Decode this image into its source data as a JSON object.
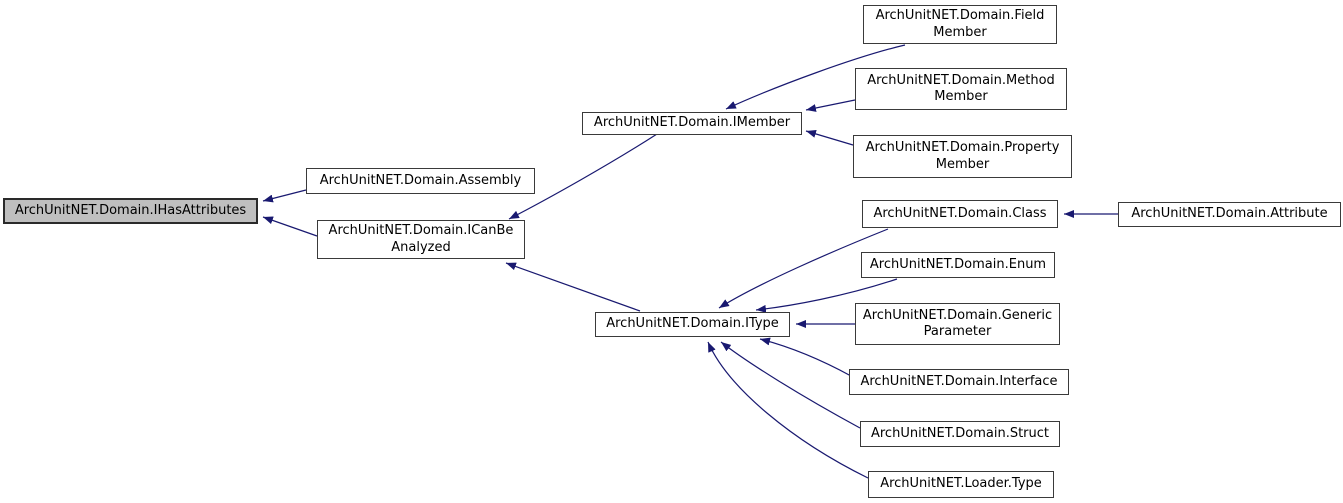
{
  "diagram": {
    "type": "inheritance-graph",
    "colors": {
      "background": "#ffffff",
      "edge": "#191970",
      "node_border": "#3a3a3a",
      "node_fill": "#ffffff",
      "node_text": "#000000",
      "highlight_fill": "#bfbfbf",
      "highlight_border": "#2a2a2a"
    },
    "nodes": {
      "ihasattributes": {
        "label": "ArchUnitNET.Domain.IHasAttributes",
        "highlighted": true
      },
      "assembly": {
        "label": "ArchUnitNET.Domain.Assembly"
      },
      "icanbeanalyzed": {
        "label": "ArchUnitNET.Domain.ICanBe\nAnalyzed"
      },
      "imember": {
        "label": "ArchUnitNET.Domain.IMember"
      },
      "fieldmember": {
        "label": "ArchUnitNET.Domain.Field\nMember"
      },
      "methodmember": {
        "label": "ArchUnitNET.Domain.Method\nMember"
      },
      "propertymember": {
        "label": "ArchUnitNET.Domain.Property\nMember"
      },
      "itype": {
        "label": "ArchUnitNET.Domain.IType"
      },
      "class": {
        "label": "ArchUnitNET.Domain.Class"
      },
      "attribute": {
        "label": "ArchUnitNET.Domain.Attribute"
      },
      "enum": {
        "label": "ArchUnitNET.Domain.Enum"
      },
      "genericparameter": {
        "label": "ArchUnitNET.Domain.Generic\nParameter"
      },
      "interface": {
        "label": "ArchUnitNET.Domain.Interface"
      },
      "struct": {
        "label": "ArchUnitNET.Domain.Struct"
      },
      "loadertype": {
        "label": "ArchUnitNET.Loader.Type"
      }
    },
    "edges": [
      {
        "from": "assembly",
        "to": "ihasattributes"
      },
      {
        "from": "icanbeanalyzed",
        "to": "ihasattributes"
      },
      {
        "from": "imember",
        "to": "icanbeanalyzed"
      },
      {
        "from": "itype",
        "to": "icanbeanalyzed"
      },
      {
        "from": "fieldmember",
        "to": "imember"
      },
      {
        "from": "methodmember",
        "to": "imember"
      },
      {
        "from": "propertymember",
        "to": "imember"
      },
      {
        "from": "class",
        "to": "itype"
      },
      {
        "from": "enum",
        "to": "itype"
      },
      {
        "from": "genericparameter",
        "to": "itype"
      },
      {
        "from": "interface",
        "to": "itype"
      },
      {
        "from": "struct",
        "to": "itype"
      },
      {
        "from": "loadertype",
        "to": "itype"
      },
      {
        "from": "attribute",
        "to": "class"
      }
    ]
  }
}
